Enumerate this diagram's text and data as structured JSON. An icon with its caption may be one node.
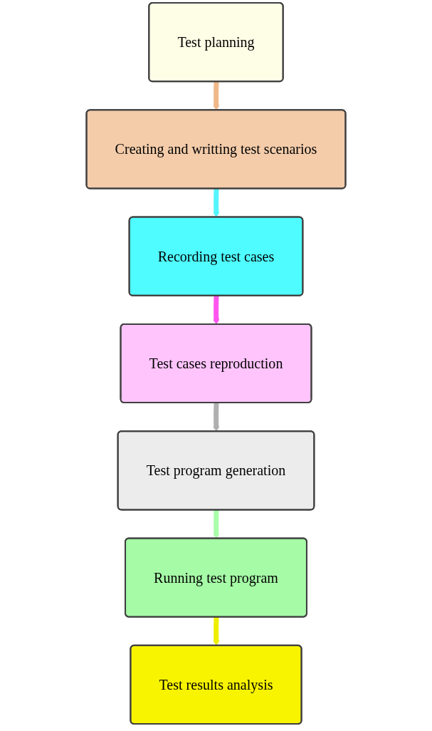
{
  "diagram": {
    "nodes": [
      {
        "text": [
          "Test planning"
        ]
      },
      {
        "text": [
          "Creating and writting test scenarios"
        ]
      },
      {
        "text": [
          "Recording test cases"
        ]
      },
      {
        "text": [
          "Test cases reproduction"
        ]
      },
      {
        "text": [
          "Test program generation"
        ]
      },
      {
        "text": [
          "Running test program"
        ]
      },
      {
        "text": [
          "Test results analysis"
        ]
      }
    ],
    "edges": [
      {
        "from": 0,
        "to": 1,
        "arrow": "to",
        "color": "#f0b88a"
      },
      {
        "from": 1,
        "to": 2,
        "arrow": "to",
        "color": "#55f5ff"
      },
      {
        "from": 2,
        "to": 3,
        "arrow": "to",
        "color": "#ff55ee"
      },
      {
        "from": 3,
        "to": 4,
        "arrow": "to",
        "color": "#b0b0b0"
      },
      {
        "from": 4,
        "to": 5,
        "arrow": "to",
        "color": "#aaffaa"
      },
      {
        "from": 5,
        "to": 6,
        "arrow": "to",
        "color": "#eeee00"
      }
    ]
  }
}
